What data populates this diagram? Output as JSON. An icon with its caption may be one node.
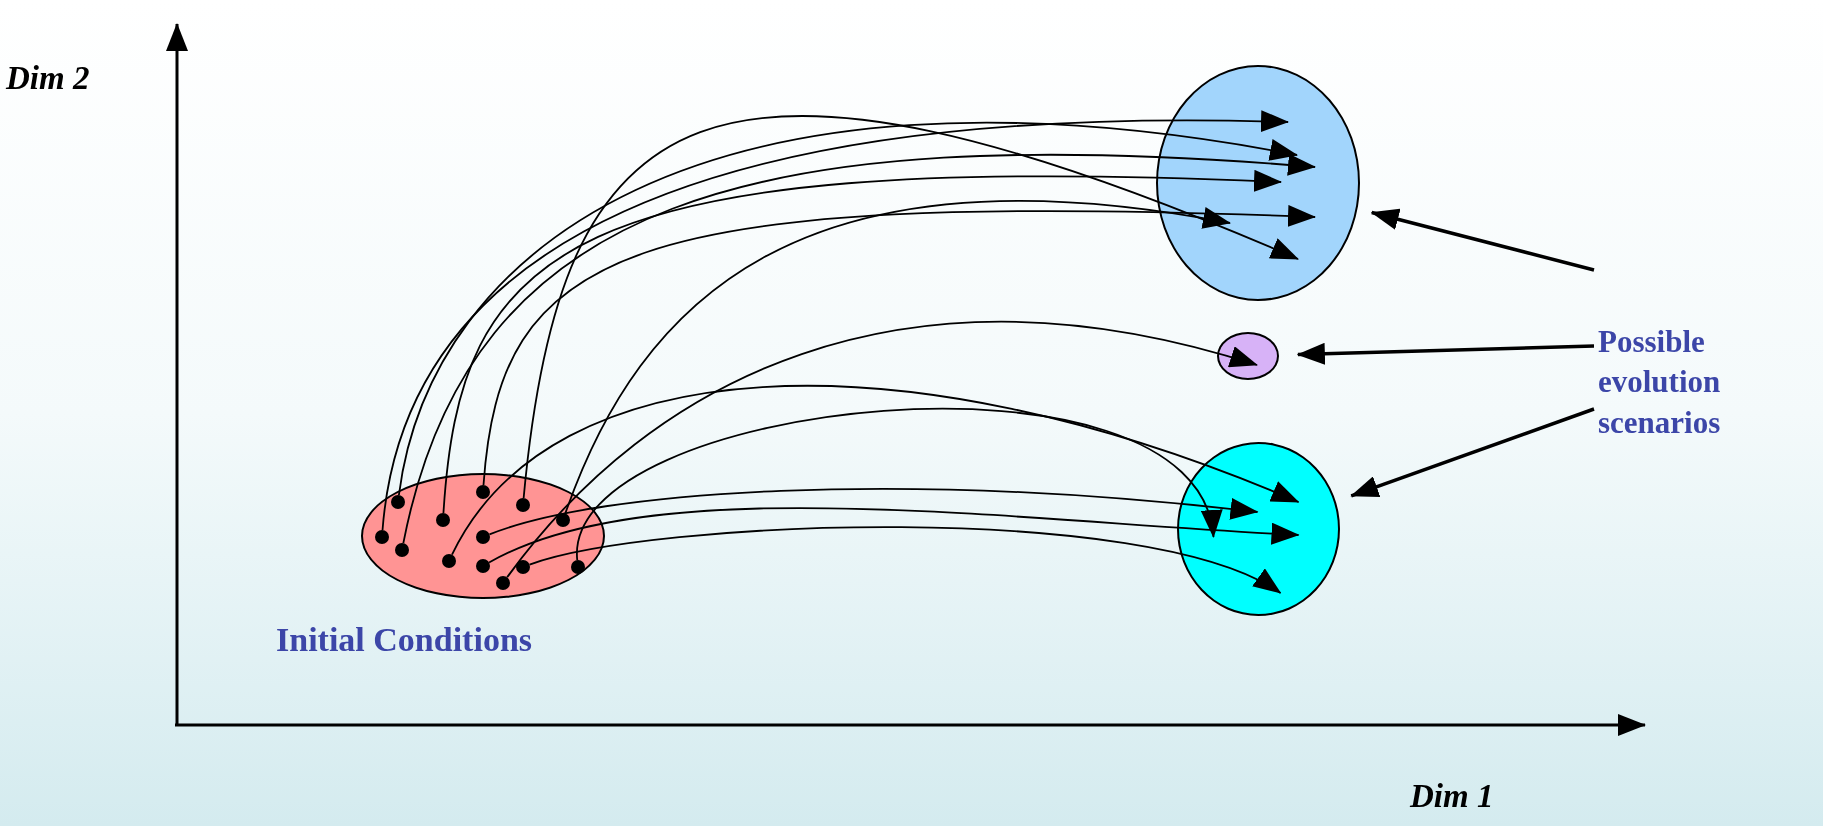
{
  "diagram": {
    "nodes": [
      {
        "text": [],
        "shape": "ellipse",
        "beside": [
          "Initial Conditions"
        ]
      },
      {
        "text": [],
        "shape": "dot",
        "in": 0
      },
      {
        "text": [],
        "shape": "dot",
        "in": 0
      },
      {
        "text": [],
        "shape": "dot",
        "in": 0
      },
      {
        "text": [],
        "shape": "dot",
        "in": 0
      },
      {
        "text": [],
        "shape": "dot",
        "in": 0
      },
      {
        "text": [],
        "shape": "dot",
        "in": 0
      },
      {
        "text": [],
        "shape": "dot",
        "in": 0
      },
      {
        "text": [],
        "shape": "dot",
        "in": 0
      },
      {
        "text": [],
        "shape": "dot",
        "in": 0
      },
      {
        "text": [],
        "shape": "dot",
        "in": 0
      },
      {
        "text": [],
        "shape": "dot",
        "in": 0
      },
      {
        "text": [],
        "shape": "dot",
        "in": 0
      },
      {
        "text": [],
        "shape": "dot",
        "in": 0
      },
      {
        "text": [],
        "shape": "ellipse"
      },
      {
        "text": [],
        "shape": "ellipse"
      },
      {
        "text": [],
        "shape": "ellipse"
      },
      {
        "text": [
          "Possible evolution scenarios"
        ]
      }
    ],
    "edges": [
      {
        "from": 2,
        "to": 14,
        "arrow": "to"
      },
      {
        "from": 1,
        "to": 14,
        "arrow": "to"
      },
      {
        "from": 3,
        "to": 14,
        "arrow": "to"
      },
      {
        "from": 4,
        "to": 14,
        "arrow": "to"
      },
      {
        "from": 6,
        "to": 14,
        "arrow": "to"
      },
      {
        "from": 7,
        "to": 14,
        "arrow": "to"
      },
      {
        "from": 12,
        "to": 14,
        "arrow": "to"
      },
      {
        "from": 10,
        "to": 15,
        "arrow": "to"
      },
      {
        "from": 5,
        "to": 16,
        "arrow": "to"
      },
      {
        "from": 8,
        "to": 16,
        "arrow": "to"
      },
      {
        "from": 9,
        "to": 16,
        "arrow": "to"
      },
      {
        "from": 11,
        "to": 16,
        "arrow": "to"
      },
      {
        "from": 13,
        "to": 16,
        "arrow": "to"
      },
      {
        "from": 17,
        "to": 14,
        "arrow": "to"
      },
      {
        "from": 17,
        "to": 15,
        "arrow": "to"
      },
      {
        "from": 17,
        "to": 16,
        "arrow": "to"
      }
    ],
    "labels": [
      "Dim 2",
      "Dim 1"
    ]
  }
}
